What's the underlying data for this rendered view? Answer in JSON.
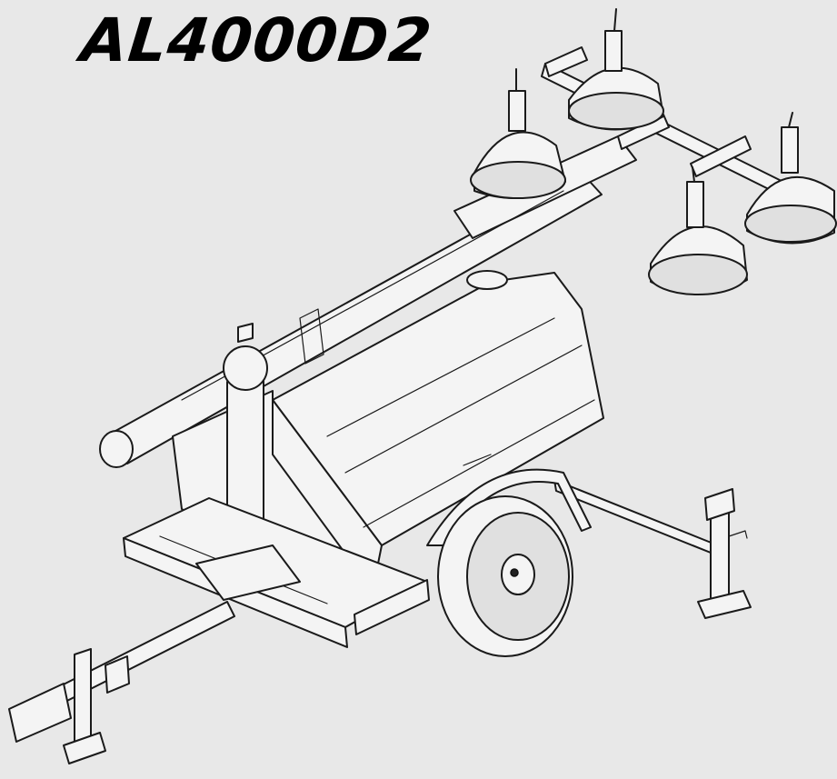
{
  "model": {
    "title": "AL4000D2"
  },
  "colors": {
    "background": "#e8e8e8",
    "line": "#1a1a1a",
    "fill_light": "#f4f4f4"
  },
  "parts": {
    "lamps": 4,
    "wheels": 1,
    "stabilizer_jacks": 2
  }
}
